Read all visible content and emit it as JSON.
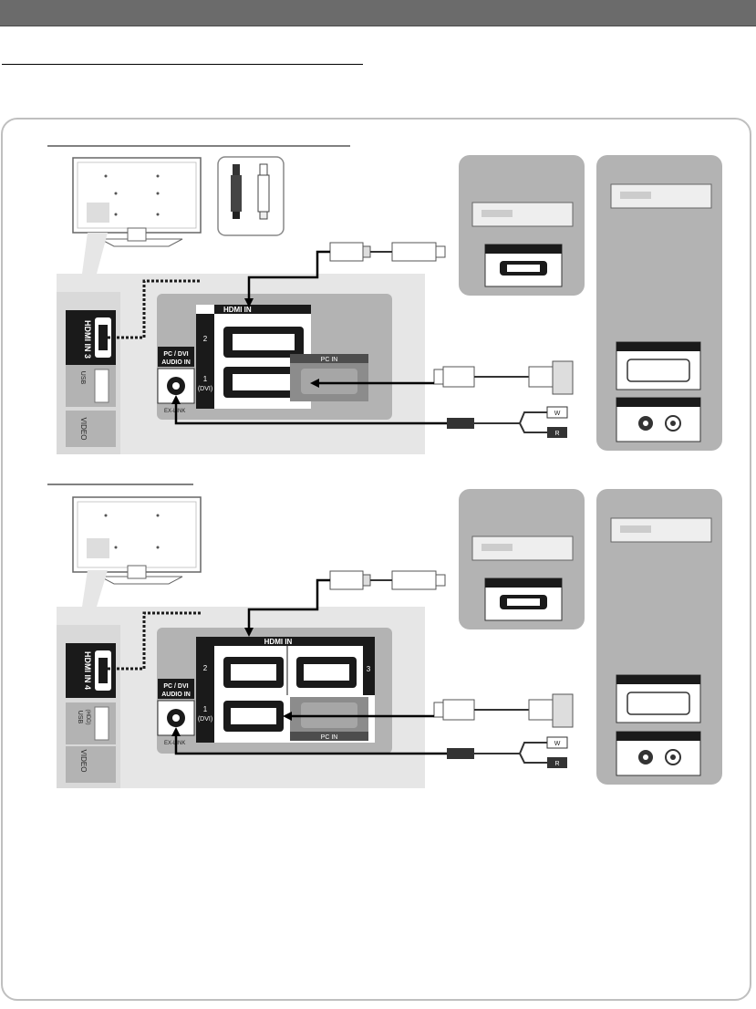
{
  "labels": {
    "hdmi_in": "HDMI IN",
    "pc_dvi_audio_in_line1": "PC / DVI",
    "pc_dvi_audio_in_line2": "AUDIO IN",
    "pc_in": "PC IN",
    "port_2": "2",
    "port_3": "3",
    "port_1": "1",
    "port_1_dvi": "(DVI)",
    "side_hdmi_in_3": "HDMI IN 3",
    "side_hdmi_in_4": "HDMI IN 4",
    "usb": "USB",
    "usb_hdd": "(HDD)",
    "video": "VIDEO",
    "ex_link": "EX-LINK",
    "cable_w": "W",
    "cable_r": "R"
  },
  "colors": {
    "header": "#6b6b6b",
    "panel_light": "#e6e6e6",
    "panel_mid": "#d9d9d9",
    "panel_dark": "#bfbfbf",
    "device_panel": "#b3b3b3",
    "port_black": "#111111"
  }
}
